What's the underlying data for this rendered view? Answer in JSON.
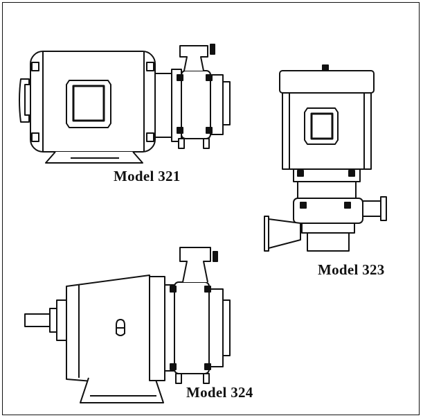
{
  "models": [
    {
      "id": "321",
      "label": "Model 321"
    },
    {
      "id": "323",
      "label": "Model 323"
    },
    {
      "id": "324",
      "label": "Model 324"
    }
  ]
}
